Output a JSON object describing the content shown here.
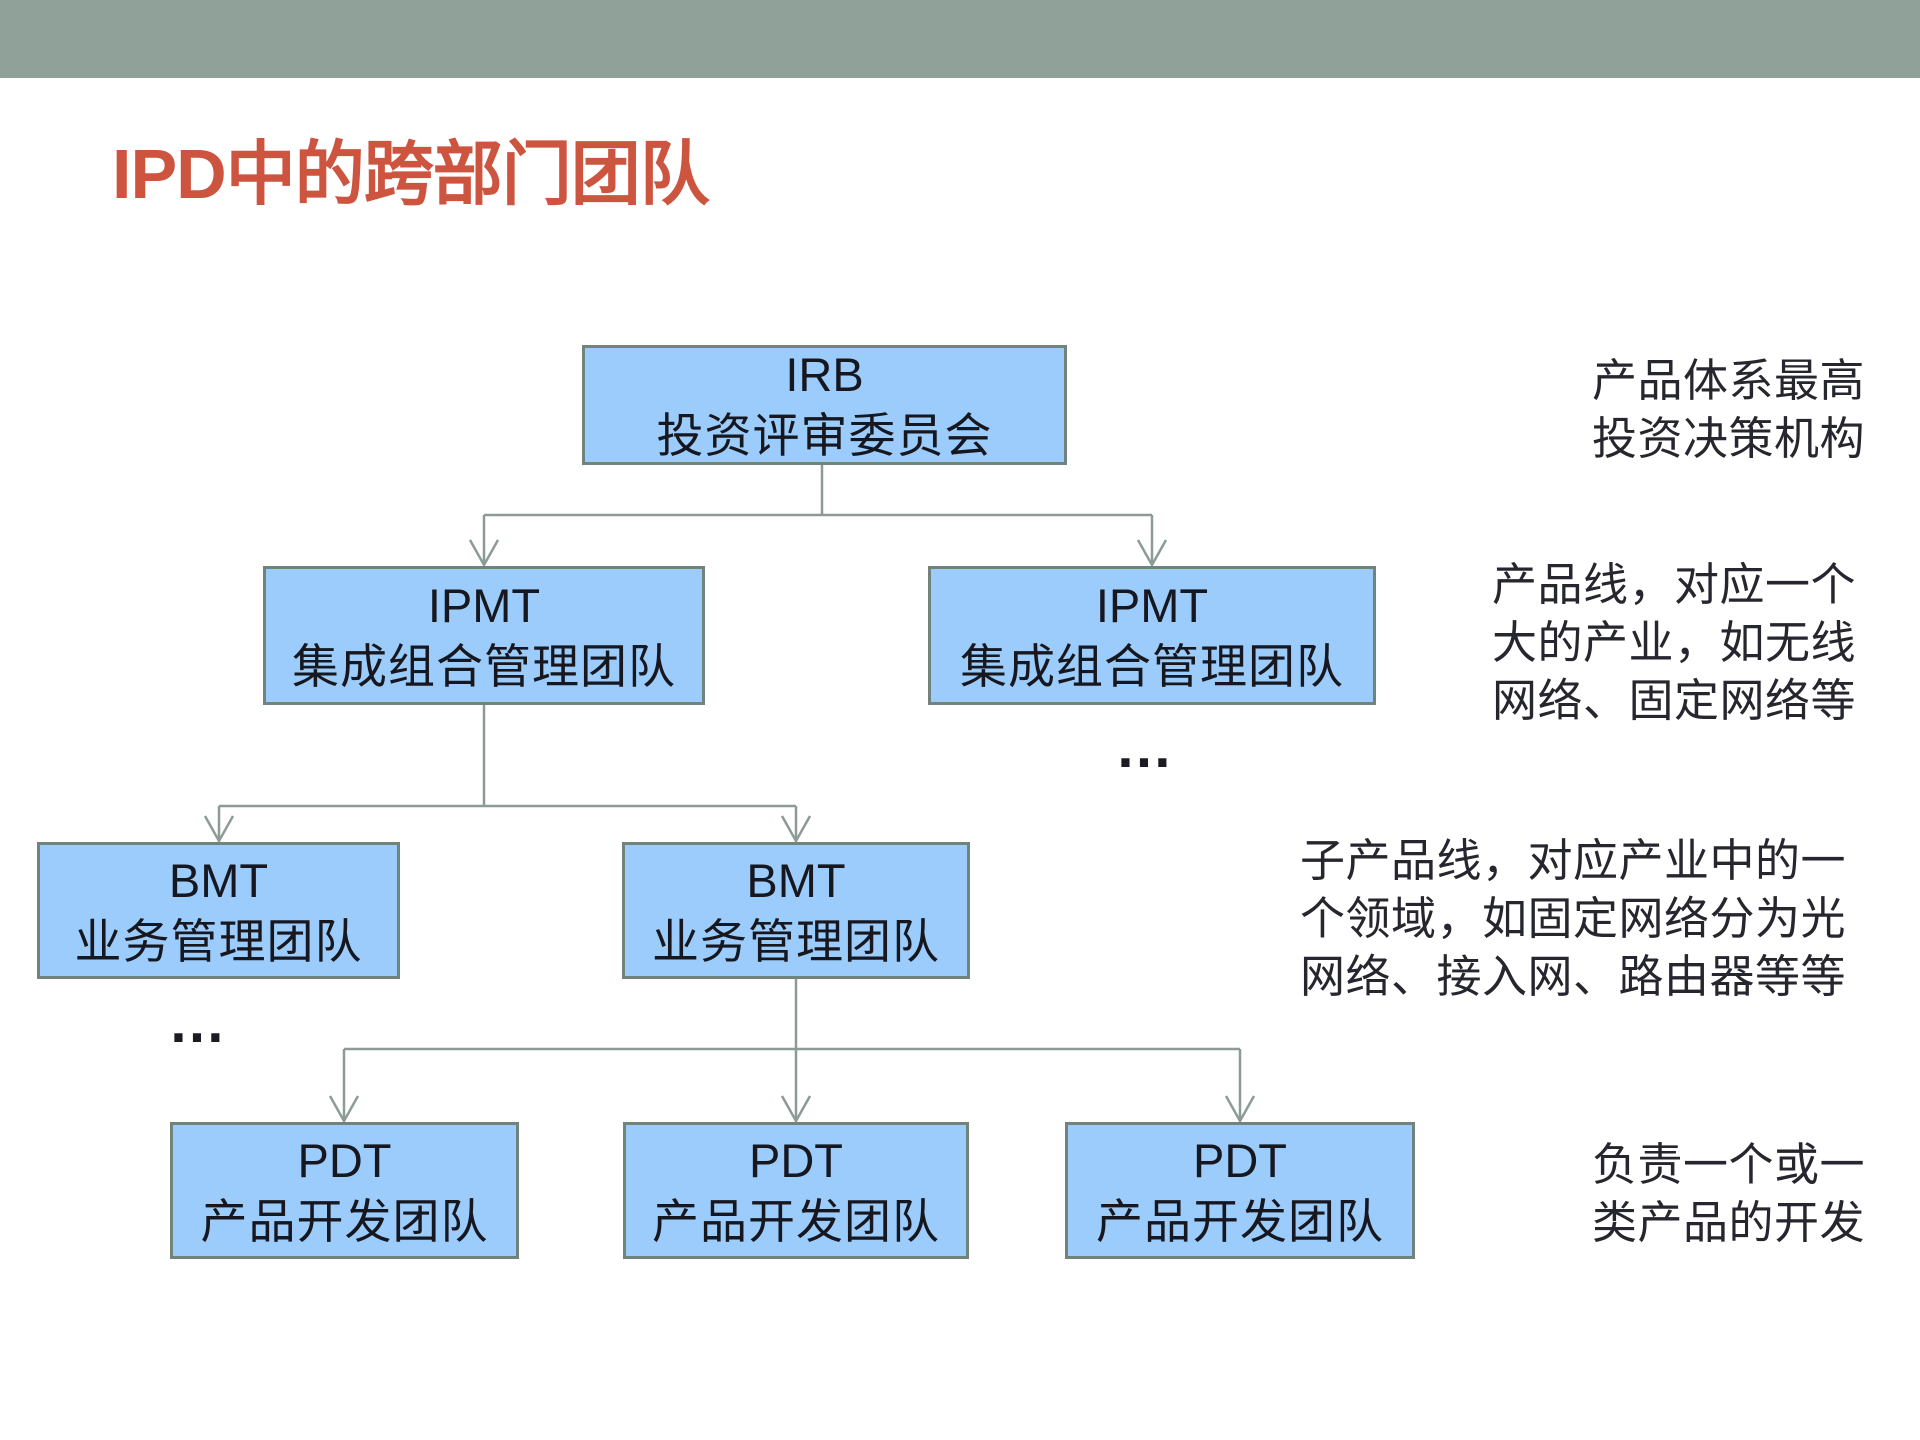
{
  "title": {
    "text": "IPD中的跨部门团队",
    "color": "#cd5540"
  },
  "colors": {
    "header_bar": "#90a19a",
    "box_fill": "#9bccfb",
    "box_border": "#71837b",
    "connector_line": "#8c9c94",
    "body_text": "#17171f"
  },
  "diagram": {
    "nodes": {
      "irb": {
        "acronym": "IRB",
        "name": "投资评审委员会"
      },
      "ipmt_left": {
        "acronym": "IPMT",
        "name": "集成组合管理团队"
      },
      "ipmt_right": {
        "acronym": "IPMT",
        "name": "集成组合管理团队"
      },
      "bmt_left": {
        "acronym": "BMT",
        "name": "业务管理团队"
      },
      "bmt_mid": {
        "acronym": "BMT",
        "name": "业务管理团队"
      },
      "pdt_1": {
        "acronym": "PDT",
        "name": "产品开发团队"
      },
      "pdt_2": {
        "acronym": "PDT",
        "name": "产品开发团队"
      },
      "pdt_3": {
        "acronym": "PDT",
        "name": "产品开发团队"
      }
    },
    "ellipsis_ipmt": "…",
    "ellipsis_bmt": "…"
  },
  "annotations": {
    "irb_note": "产品体系最高\n投资决策机构",
    "ipmt_note": "产品线，对应一个\n大的产业，如无线\n网络、固定网络等",
    "bmt_note": "子产品线，对应产业中的一\n个领域，如固定网络分为光\n网络、接入网、路由器等等",
    "pdt_note": "负责一个或一\n类产品的开发"
  }
}
